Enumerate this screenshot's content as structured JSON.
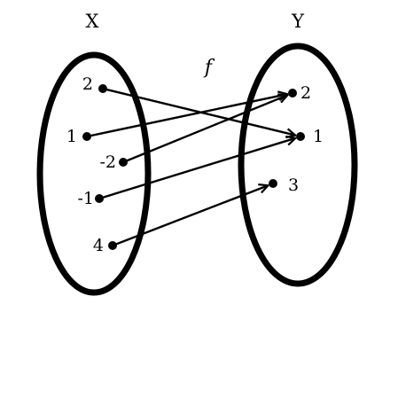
{
  "diagram": {
    "domain_label": "X",
    "codomain_label": "Y",
    "function_label": "f",
    "domain": [
      "2",
      "1",
      "-2",
      "-1",
      "4"
    ],
    "codomain": [
      "2",
      "1",
      "3"
    ],
    "mapping": [
      {
        "from": "2",
        "to": "1"
      },
      {
        "from": "1",
        "to": "2"
      },
      {
        "from": "-2",
        "to": "2"
      },
      {
        "from": "-1",
        "to": "1"
      },
      {
        "from": "4",
        "to": "3"
      }
    ]
  }
}
